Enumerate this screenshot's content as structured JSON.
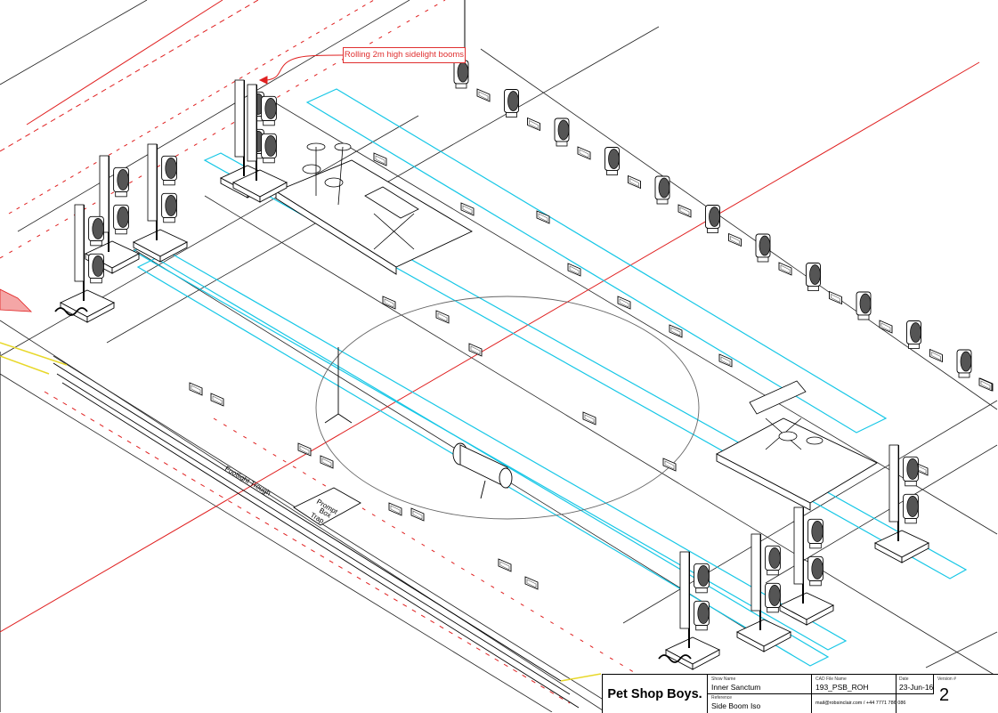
{
  "annotation": {
    "callout": "Rolling 2m high sidelight booms"
  },
  "stage_labels": {
    "footlight_trough": "Footlight Trough",
    "prompt_box_line1": "Prompt",
    "prompt_box_line2": "Box",
    "prompt_box_line3": "Trap"
  },
  "title_block": {
    "brand": "Pet Shop Boys.",
    "show_name_label": "Show Name",
    "show_name": "Inner Sanctum",
    "reference_label": "Reference",
    "reference": "Side Boom Iso",
    "cad_file_label": "CAD File Name",
    "cad_file": "193_PSB_ROH",
    "date_label": "Date",
    "date": "23-Jun-16",
    "version_label": "Version #",
    "version": "2",
    "contact": "mail@robsinclair.com / +44 7771 786 086"
  },
  "colors": {
    "line": "#1a1a1a",
    "grey": "#8a8a8a",
    "red": "#e02020",
    "cyan": "#16c7e6",
    "yellow": "#e8d82a"
  }
}
